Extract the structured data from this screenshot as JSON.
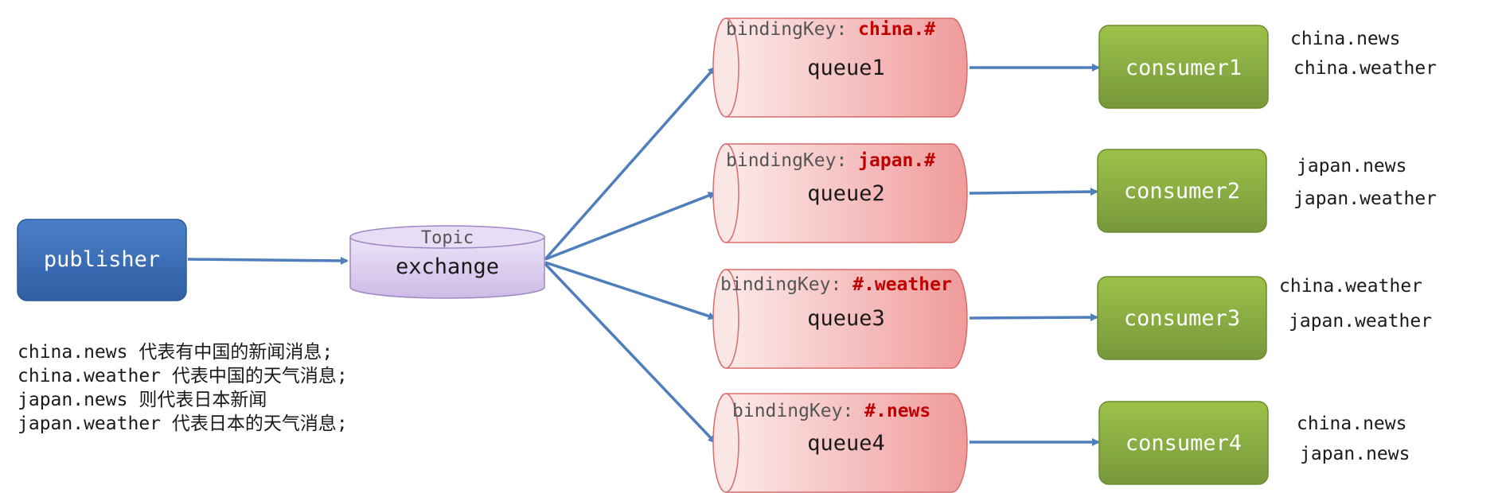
{
  "publisher": {
    "label": "publisher"
  },
  "exchange": {
    "type_label": "Topic",
    "label": "exchange"
  },
  "queues": [
    {
      "label": "queue1",
      "binding_prefix": "bindingKey: ",
      "binding_key": "china.#"
    },
    {
      "label": "queue2",
      "binding_prefix": "bindingKey: ",
      "binding_key": "japan.#"
    },
    {
      "label": "queue3",
      "binding_prefix": "bindingKey: ",
      "binding_key": "#.weather"
    },
    {
      "label": "queue4",
      "binding_prefix": "bindingKey: ",
      "binding_key": "#.news"
    }
  ],
  "consumers": [
    {
      "label": "consumer1",
      "keys": [
        "china.news",
        "china.weather"
      ]
    },
    {
      "label": "consumer2",
      "keys": [
        "japan.news",
        "japan.weather"
      ]
    },
    {
      "label": "consumer3",
      "keys": [
        "china.weather",
        "japan.weather"
      ]
    },
    {
      "label": "consumer4",
      "keys": [
        "china.news",
        "japan.news"
      ]
    }
  ],
  "legend": [
    "china.news 代表有中国的新闻消息;",
    "china.weather 代表中国的天气消息;",
    "japan.news 则代表日本新闻",
    "japan.weather 代表日本的天气消息;"
  ],
  "colors": {
    "publisher": "#3b6db5",
    "exchange": "#d9cdee",
    "queue_start": "#fbe3e3",
    "queue_end": "#f09c9c",
    "consumer": "#8aae3c",
    "arrow": "#4f7ebc",
    "binding_key": "#c00000"
  }
}
